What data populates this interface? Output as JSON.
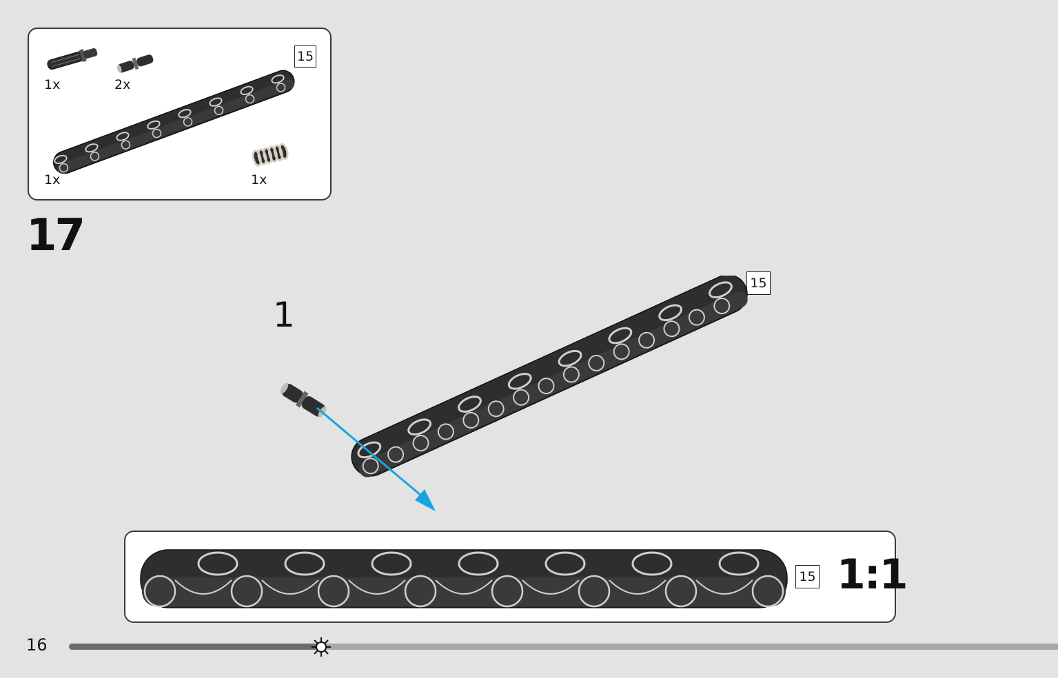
{
  "parts_list": {
    "items": [
      {
        "name": "axle-pin",
        "quantity": "1x"
      },
      {
        "name": "pin",
        "quantity": "2x"
      },
      {
        "name": "beam",
        "quantity": "1x",
        "length": "15"
      },
      {
        "name": "spring",
        "quantity": "1x"
      }
    ]
  },
  "step": {
    "number": "17",
    "substep": "1",
    "beam_length": "15"
  },
  "scale_callout": {
    "beam_length": "15",
    "scale": "1:1"
  },
  "footer": {
    "page_number": "16",
    "progress": 0.255
  },
  "colors": {
    "background": "#e3e3e3",
    "beam": "#2e2e2e",
    "arrow": "#1aa3e0",
    "progress_fill": "#6b6b6b",
    "progress_track": "#a9a6a3"
  }
}
